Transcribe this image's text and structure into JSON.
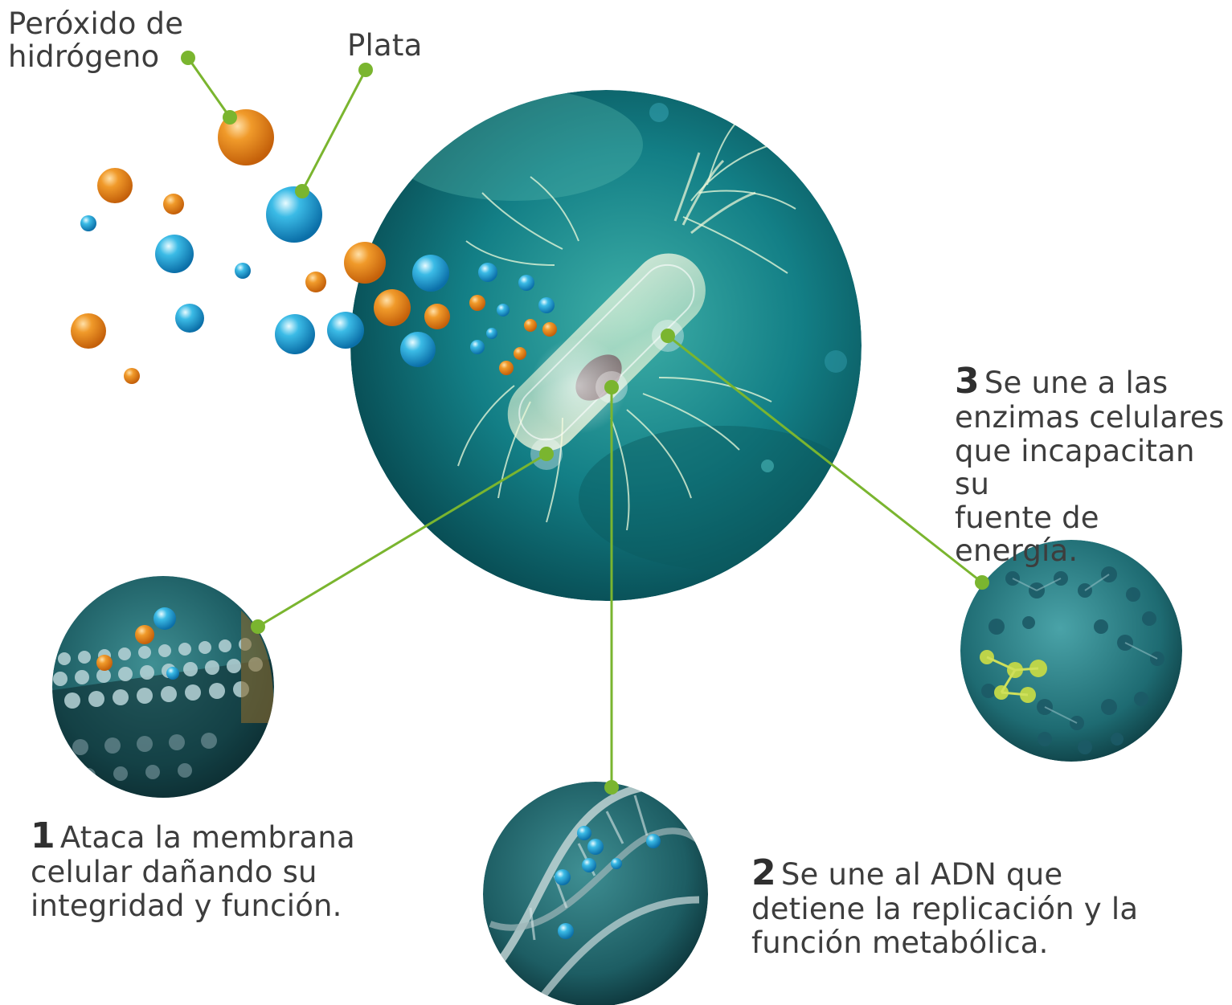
{
  "labels": {
    "peroxide": [
      "Peróxido de",
      "hidrógeno"
    ],
    "silver": "Plata"
  },
  "steps": [
    {
      "number": "1",
      "lines": [
        "Ataca la membrana",
        "celular dañando su",
        "integridad y función."
      ]
    },
    {
      "number": "2",
      "lines": [
        "Se une al ADN que",
        "detiene la replicación y la",
        "función metabólica."
      ]
    },
    {
      "number": "3",
      "lines": [
        "Se une a las",
        "enzimas celulares",
        "que incapacitan su",
        "fuente de energía."
      ]
    }
  ],
  "colors": {
    "connector": "#7ab52f",
    "peroxide_particle": "#e07d10",
    "silver_particle": "#1f9fd4",
    "bacteria_background": "#137f86",
    "text": "#3d3d3d"
  },
  "images": {
    "bacteria": "bacteria-cell-illustration",
    "membrane": "cell-membrane-closeup",
    "dna": "dna-helix-closeup",
    "enzymes": "enzyme-molecules-closeup"
  }
}
